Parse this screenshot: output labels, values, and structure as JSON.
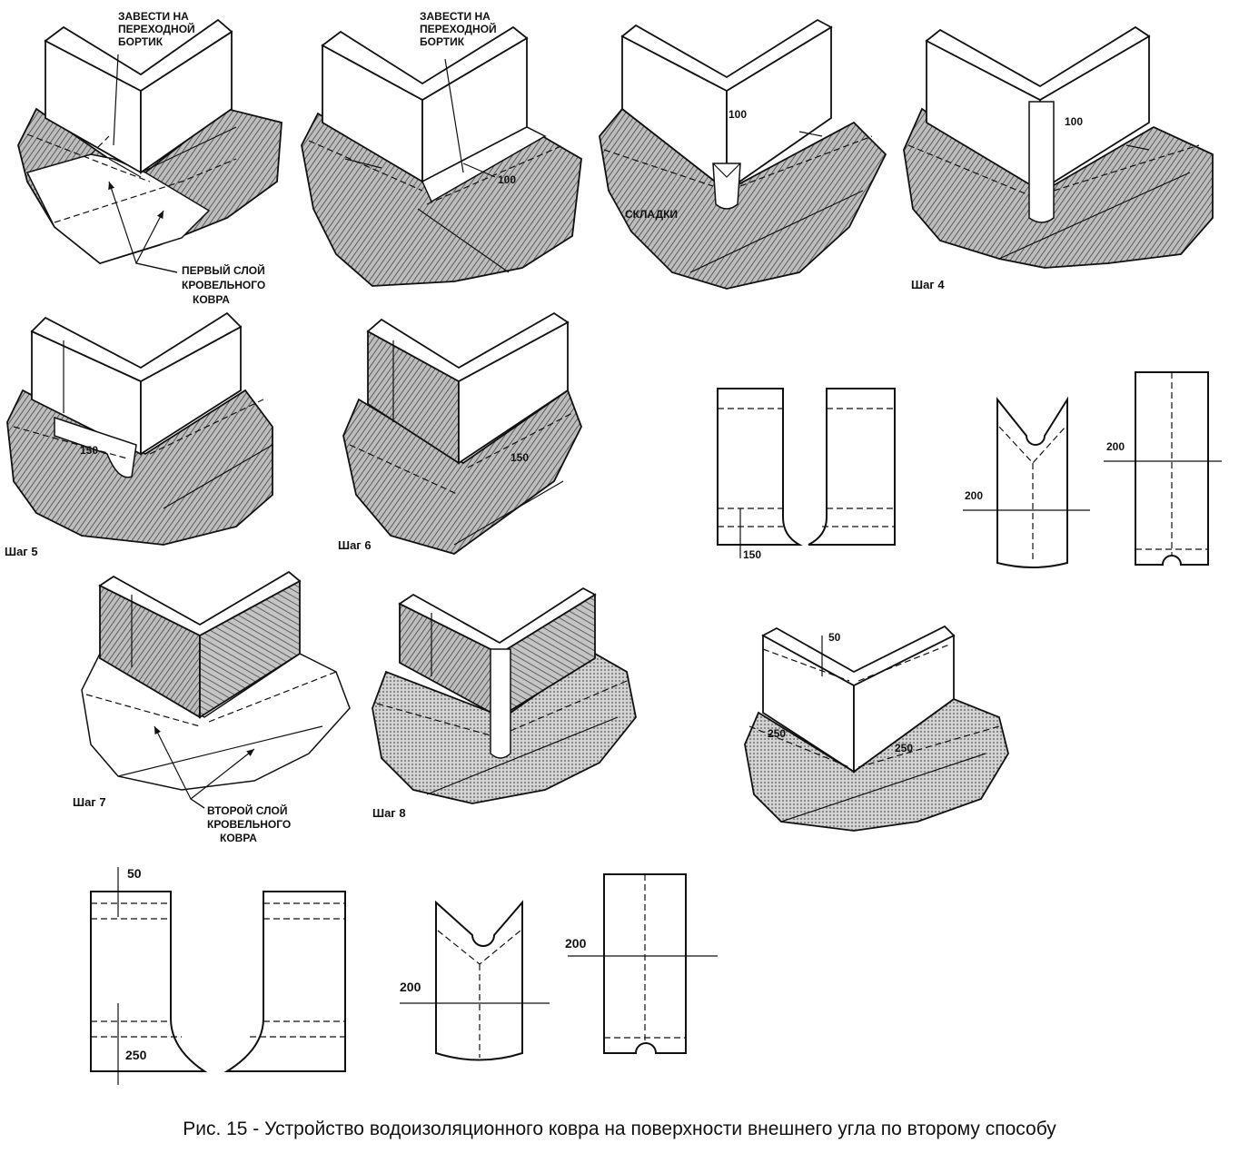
{
  "labels": {
    "zavesti_1": [
      "ЗАВЕСТИ НА",
      "ПЕРЕХОДНОЙ",
      "БОРТИК"
    ],
    "zavesti_2": [
      "ЗАВЕСТИ НА",
      "ПЕРЕХОДНОЙ",
      "БОРТИК"
    ],
    "first_layer": [
      "ПЕРВЫЙ СЛОЙ",
      "КРОВЕЛЬНОГО",
      "КОВРА"
    ],
    "second_layer": [
      "ВТОРОЙ СЛОЙ",
      "КРОВЕЛЬНОГО",
      "КОВРА"
    ],
    "folds": "СКЛАДКИ"
  },
  "steps": {
    "step4": "Шаг 4",
    "step5": "Шаг 5",
    "step6": "Шаг 6",
    "step7": "Шаг 7",
    "step8": "Шаг 8"
  },
  "dimensions": {
    "d100_a": "100",
    "d100_b": "100",
    "d100_c": "100",
    "d150_a": "150",
    "d150_b": "150",
    "d150_c": "150",
    "d200_a": "200",
    "d200_b": "200",
    "d50_a": "50",
    "d250_a": "250",
    "d250_b": "250",
    "d50_b": "50",
    "d250_c": "250",
    "d200_c": "200",
    "d200_d": "200"
  },
  "caption": "Рис. 15 - Устройство водоизоляционного ковра на поверхности внешнего угла по второму способу"
}
